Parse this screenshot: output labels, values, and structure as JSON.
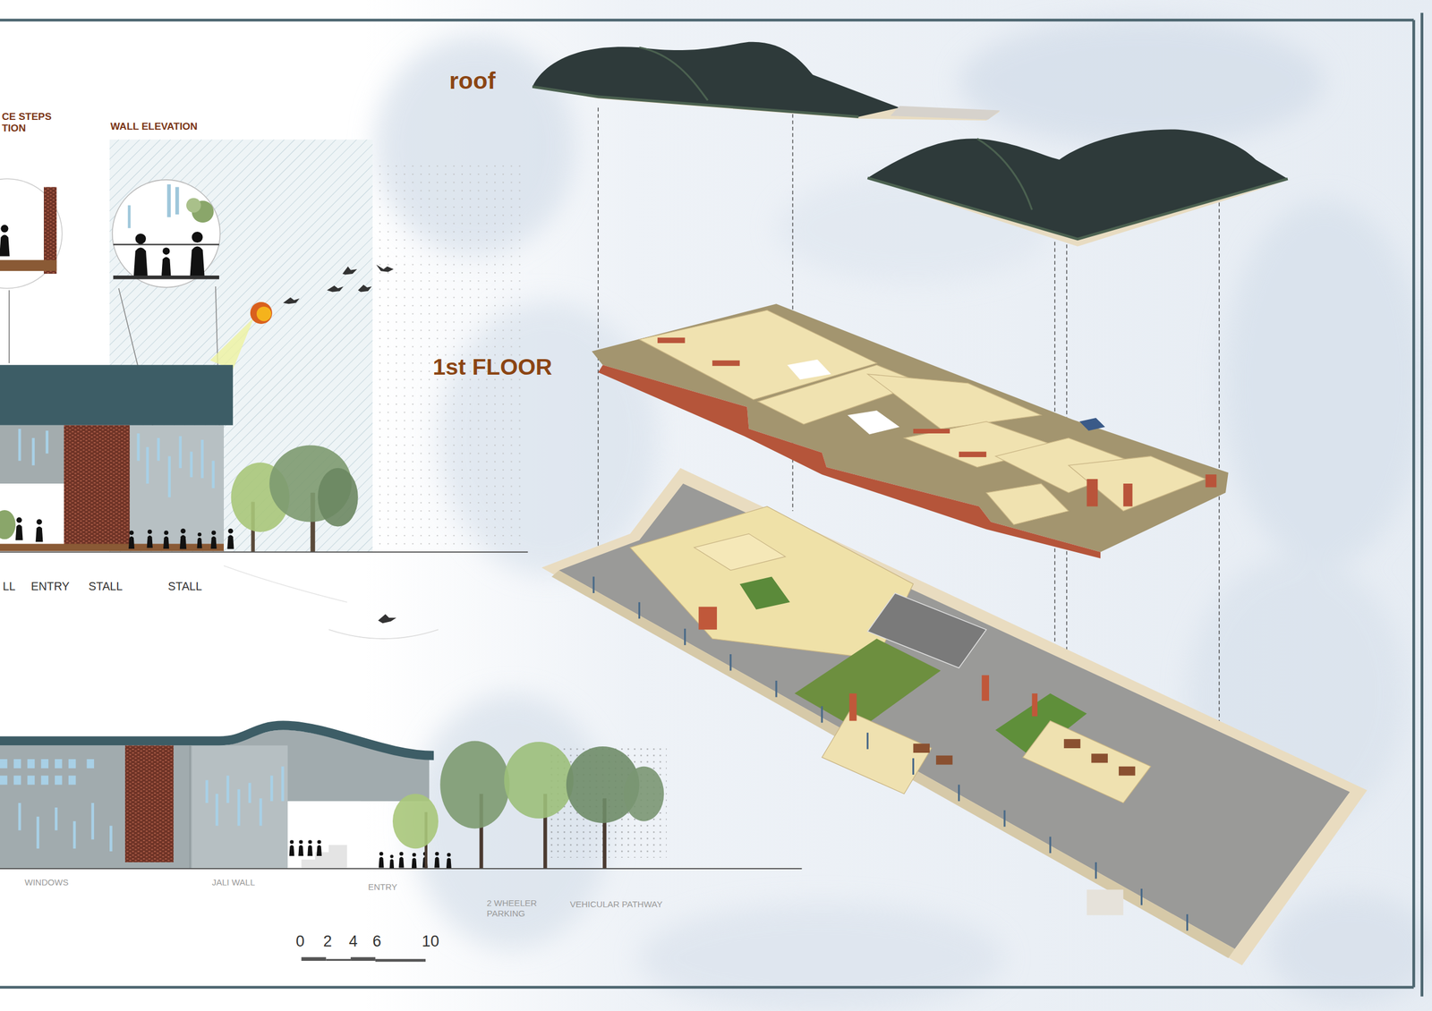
{
  "diagram": {
    "labels": [
      "CE STEPS TION",
      "WALL ELEVATION",
      "roof",
      "1st FLOOR",
      "LL",
      "ENTRY",
      "STALL",
      "STALL",
      "WINDOWS",
      "JALI WALL",
      "ENTRY",
      "2 WHEELER PARKING",
      "VEHICULAR PATHWAY",
      "0",
      "2",
      "4",
      "6",
      "10"
    ]
  }
}
